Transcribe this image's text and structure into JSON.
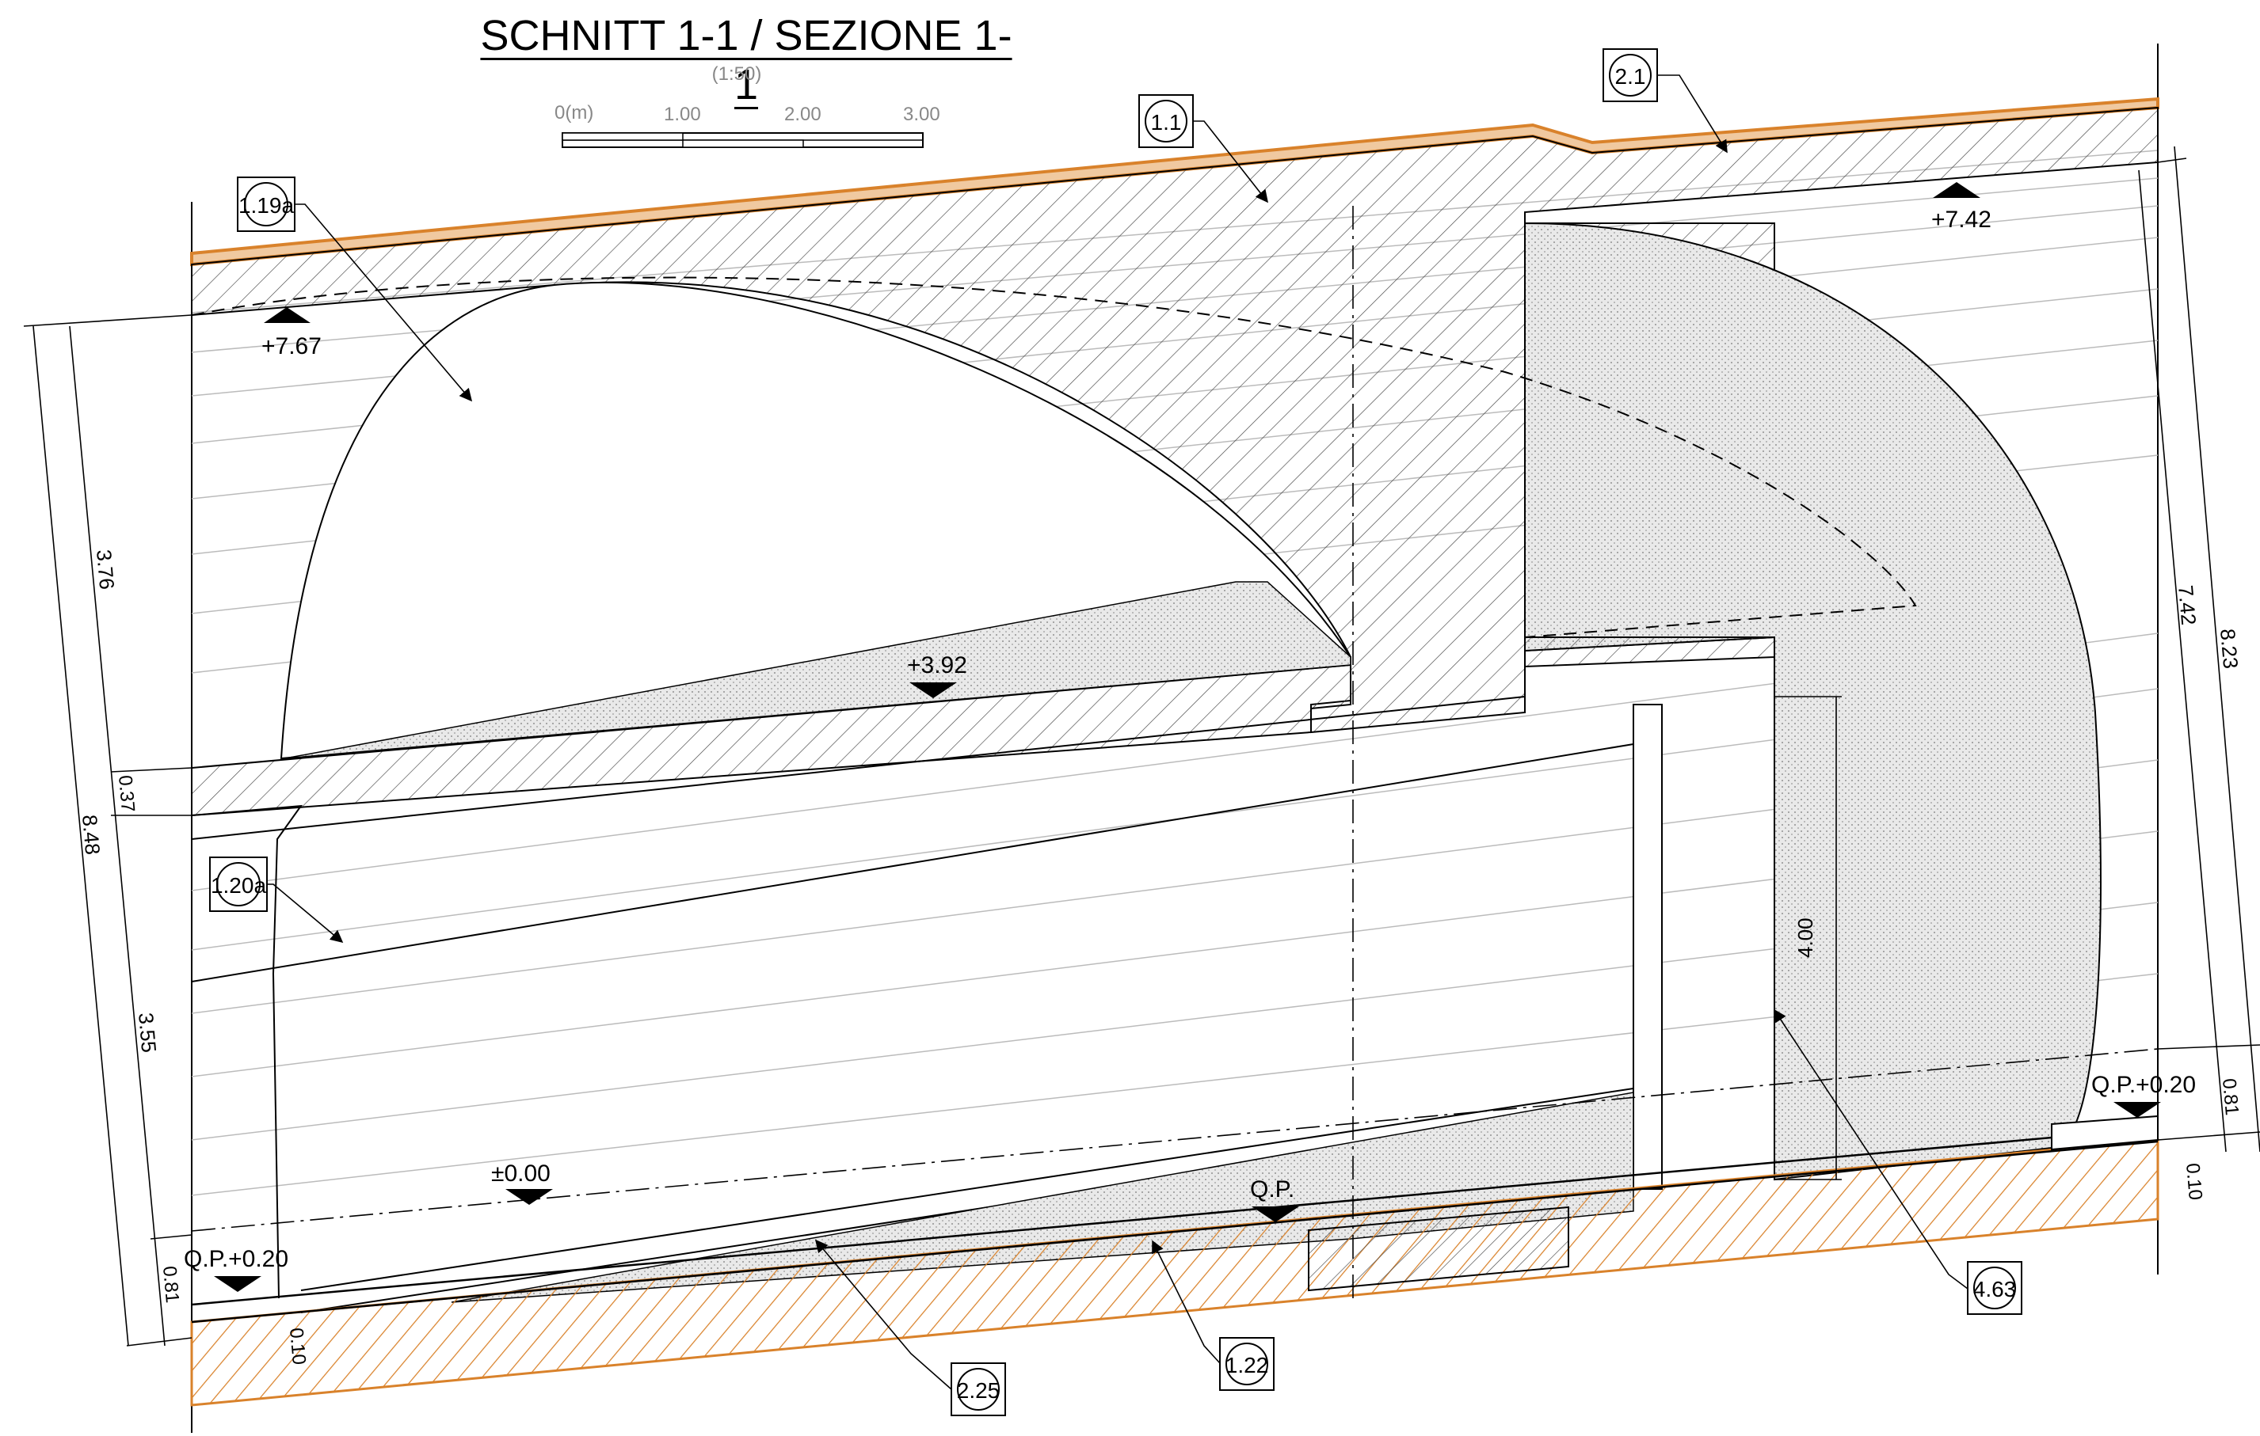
{
  "title": "SCHNITT 1-1 / SEZIONE 1-1",
  "scale": "(1:50)",
  "scalebar": {
    "labels": [
      "0(m)",
      "1.00",
      "2.00",
      "3.00"
    ]
  },
  "colors": {
    "terrain": "#d9822b",
    "line": "#000000",
    "fill_dots": "#e6e6e6",
    "text_grey": "#888888"
  },
  "elevations": {
    "top_left": "+7.67",
    "top_right": "+7.42",
    "mid_slab": "+3.92",
    "zero": "±0.00",
    "qp": "Q.P.",
    "qp_left": "Q.P.+0.20",
    "qp_right": "Q.P.+0.20"
  },
  "callouts": {
    "c_1_1": "1.1",
    "c_2_1": "2.1",
    "c_1_19a": "1.19a",
    "c_1_20a": "1.20a",
    "c_2_25": "2.25",
    "c_1_22": "1.22",
    "c_4_63": "4.63"
  },
  "dimensions": {
    "left_3_76": "3.76",
    "left_0_37": "0.37",
    "left_8_48": "8.48",
    "left_3_55": "3.55",
    "left_0_81": "0.81",
    "bottom_0_10": "0.10",
    "right_7_42": "7.42",
    "right_8_23": "8.23",
    "right_0_81": "0.81",
    "right_0_10": "0.10",
    "column_4_00": "4.00"
  }
}
